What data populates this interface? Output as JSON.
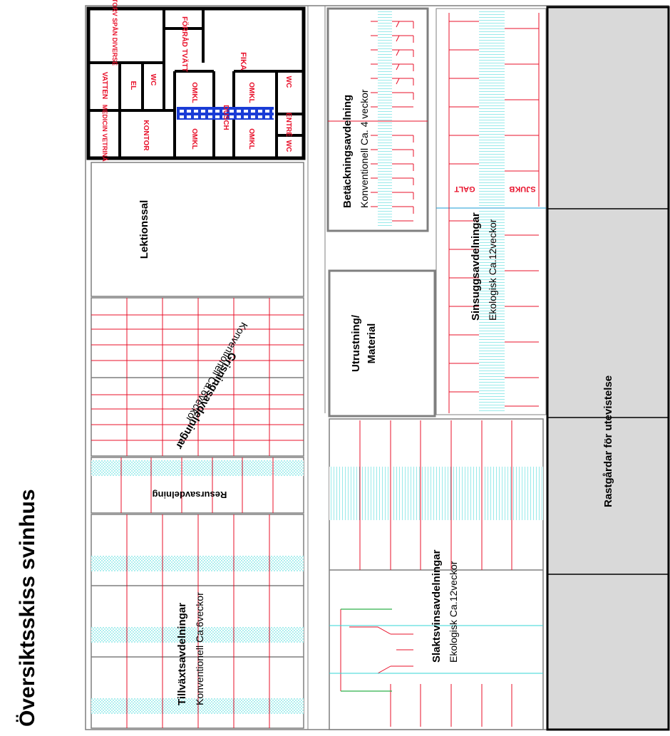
{
  "title": "Översiktsskiss svinhus",
  "colors": {
    "pen": "#e8102a",
    "grid": "#33d6d6",
    "blue": "#1a3cd6",
    "grey": "#d9d9d9",
    "green": "#2fb04a",
    "wall": "#000000",
    "thin": "#7f7f7f"
  },
  "rooms": {
    "torv": "TORV SPÅN DIVERSE",
    "forrad": "FÖRRÅD TVÄTT",
    "fika": "FIKA",
    "vatten": "VATTEN",
    "el": "EL",
    "wc1": "WC",
    "omkl1": "OMKL",
    "dusch": "DUSCH",
    "omkl2": "OMKL",
    "wc2": "WC",
    "medicin": "MEDICIN VETRINÄR",
    "kontor": "KONTOR",
    "omkl3": "OMKL",
    "omkl4": "OMKL",
    "entre": "ENTRÉ",
    "wc3": "WC"
  },
  "areas": {
    "lektionssal": "Lektionssal",
    "grisning_title": "Grisningsavdelningar",
    "grisning_sub": "Konventionell Ca.6veckor",
    "resurs": "Resursavdelning",
    "tillvaxt_title": "Tillväxtsavdelningar",
    "tillvaxt_sub": "Konventionell Ca.6veckor",
    "betackning_title": "Betäckningsavdelning",
    "betackning_sub": "Konventionell Ca. 4 veckor",
    "utrustning_1": "Utrustning/",
    "utrustning_2": "Material",
    "sinsugg_title": "Sinsuggsavdelningar",
    "sinsugg_sub": "Ekologisk Ca.12veckor",
    "galt": "GALT",
    "sjukb": "SJUKB",
    "slakt_title": "Slaktsvinsavdelningar",
    "slakt_sub": "Ekologisk Ca.12veckor",
    "rastgard": "Rastgårdar för utevistelse"
  }
}
